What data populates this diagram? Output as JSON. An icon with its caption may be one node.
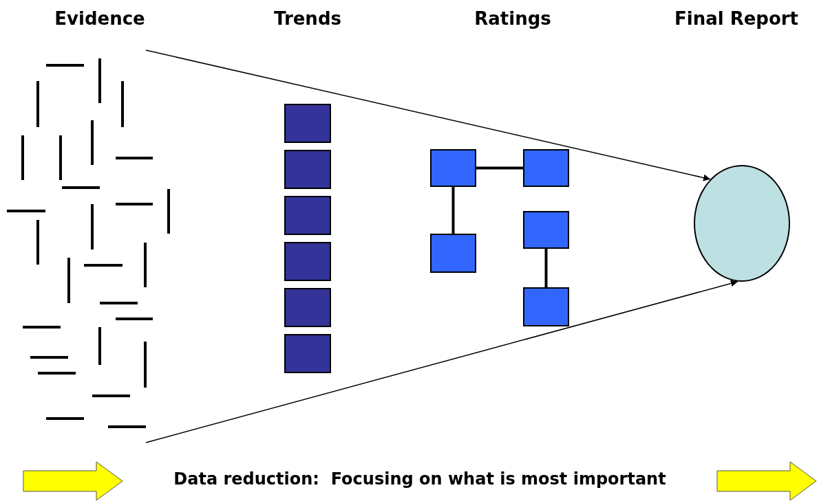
{
  "diagram": {
    "nodes": [
      {
        "text": [],
        "shape": "box"
      },
      {
        "text": [],
        "shape": "box"
      },
      {
        "text": [],
        "shape": "box"
      },
      {
        "text": [],
        "shape": "box"
      },
      {
        "text": [],
        "shape": "box"
      },
      {
        "text": [],
        "shape": "box"
      },
      {
        "text": [],
        "shape": "box"
      },
      {
        "text": [],
        "shape": "box"
      },
      {
        "text": [],
        "shape": "box"
      },
      {
        "text": [],
        "shape": "box"
      },
      {
        "text": [],
        "shape": "box"
      },
      {
        "text": [],
        "shape": "circle"
      }
    ],
    "edges": [
      {
        "from": 6,
        "to": 7,
        "arrow": "none"
      },
      {
        "from": 6,
        "to": 9,
        "arrow": "none"
      },
      {
        "from": 8,
        "to": 10,
        "arrow": "none"
      },
      {
        "from": null,
        "to": 11,
        "arrow": "to"
      },
      {
        "from": null,
        "to": 11,
        "arrow": "to"
      }
    ],
    "labels": [
      "Evidence",
      "Trends",
      "Ratings",
      "Final Report",
      "Data reduction:  Focusing on what is most important"
    ]
  }
}
